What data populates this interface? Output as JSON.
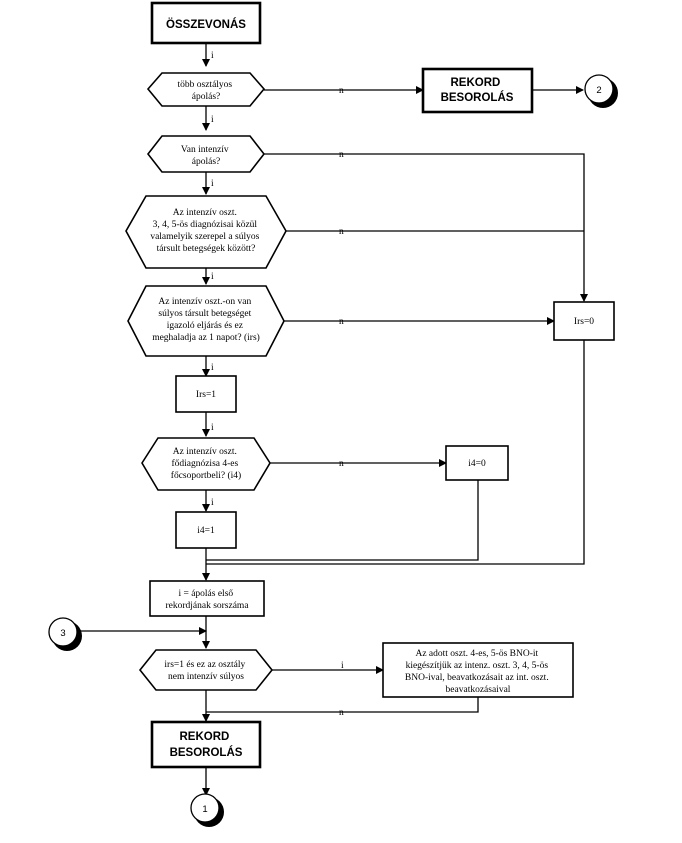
{
  "start": {
    "title": "ÖSSZEVONÁS"
  },
  "decision1": {
    "lines": [
      "több osztályos",
      "ápolás?"
    ]
  },
  "record_top": {
    "lines": [
      "REKORD",
      "BESOROLÁS"
    ]
  },
  "connector_2": {
    "label": "2"
  },
  "decision2": {
    "lines": [
      "Van intenzív",
      "ápolás?"
    ]
  },
  "decision3": {
    "lines": [
      "Az intenzív oszt.",
      "3, 4, 5-ös diagnózisai közül",
      "valamelyik szerepel a súlyos",
      "társult betegségek között?"
    ]
  },
  "decision4": {
    "lines": [
      "Az intenzív oszt.-on van",
      "súlyos társult betegséget",
      "igazoló eljárás és ez",
      "meghaladja az 1 napot? (irs)"
    ]
  },
  "box_irs0": {
    "label": "Irs=0"
  },
  "box_irs1": {
    "label": "Irs=1"
  },
  "decision5": {
    "lines": [
      "Az intenzív oszt.",
      "fődiagnózisa 4-es",
      "főcsoportbeli? (i4)"
    ]
  },
  "box_i40": {
    "label": "i4=0"
  },
  "box_i41": {
    "label": "i4=1"
  },
  "box_first": {
    "lines": [
      "i = ápolás első",
      "rekordjának sorszáma"
    ]
  },
  "connector_3": {
    "label": "3"
  },
  "decision6": {
    "lines": [
      "irs=1 és ez az osztály",
      "nem intenzív súlyos"
    ]
  },
  "box_supplement": {
    "lines": [
      "Az adott oszt. 4-es, 5-ös BNO-it",
      "kiegészítjük az intenz. oszt. 3, 4, 5-ös",
      "BNO-ival, beavatkozásait az int. oszt.",
      "beavatkozásaival"
    ]
  },
  "record_bottom": {
    "lines": [
      "REKORD",
      "BESOROLÁS"
    ]
  },
  "connector_1": {
    "label": "1"
  },
  "edge_labels": {
    "yes": "i",
    "no": "n"
  }
}
